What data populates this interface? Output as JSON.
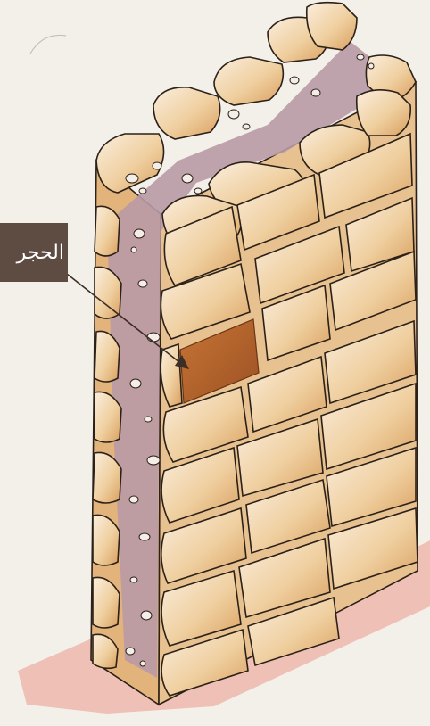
{
  "callout": {
    "label": "الحجر"
  },
  "colors": {
    "background": "#f3f0ea",
    "stone_light": "#f7e3c4",
    "stone_mid": "#e8bd82",
    "stone_dark": "#c9894a",
    "highlighted_stone": "#b0602a",
    "mortar_fill": "#b89aa6",
    "base_shadow": "#e8a69a",
    "label_box": "#5e4c42",
    "label_text": "#ffffff"
  },
  "icons": [
    "stone-wall-illustration",
    "pointer-arrow"
  ]
}
